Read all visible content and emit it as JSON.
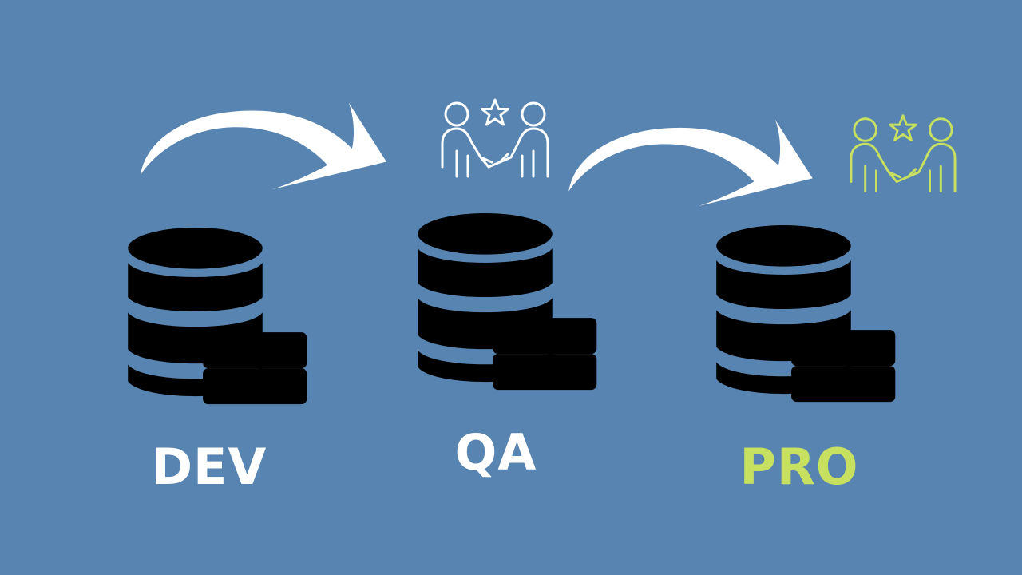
{
  "colors": {
    "background": "#5784B1",
    "white": "#FFFFFF",
    "accent": "#C8E05F"
  },
  "stages": [
    {
      "id": "dev",
      "label": "DEV",
      "color": "#FFFFFF",
      "icon": "database-server-icon",
      "team_icon": null
    },
    {
      "id": "qa",
      "label": "QA",
      "color": "#FFFFFF",
      "icon": "database-server-icon",
      "team_icon": "handshake-star-icon"
    },
    {
      "id": "pro",
      "label": "PRO",
      "color": "#C8E05F",
      "icon": "database-server-icon",
      "team_icon": "handshake-star-icon"
    }
  ],
  "connectors": [
    {
      "from": "dev",
      "to": "qa",
      "icon": "curved-arrow-icon",
      "color": "#FFFFFF"
    },
    {
      "from": "qa",
      "to": "pro",
      "icon": "curved-arrow-icon",
      "color": "#FFFFFF"
    }
  ]
}
